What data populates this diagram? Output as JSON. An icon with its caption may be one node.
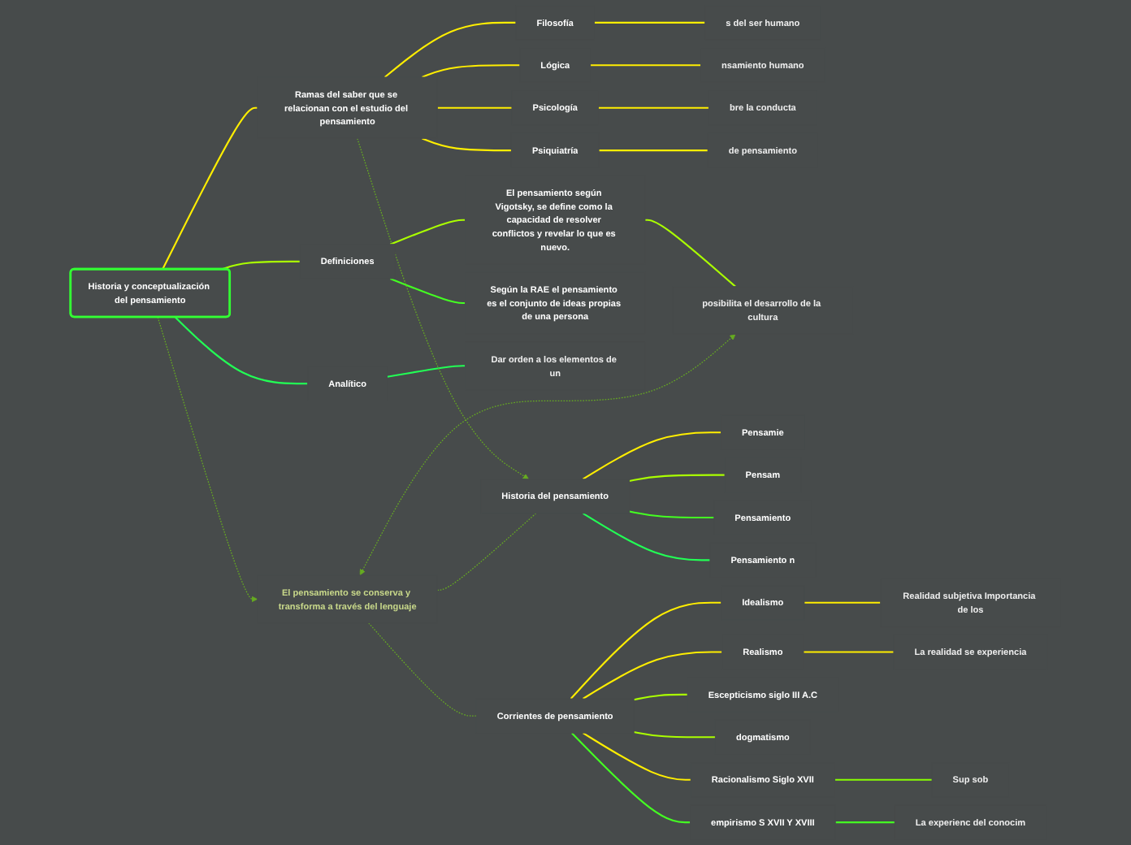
{
  "diagram": {
    "nodes": [
      {
        "text": [
          "Historia y conceptualización del pensamiento"
        ]
      },
      {
        "text": [
          "Ramas del saber que se relacionan con el estudio del pensamiento"
        ]
      },
      {
        "text": [
          "Filosofía"
        ]
      },
      {
        "text": [
          "Lógica"
        ]
      },
      {
        "text": [
          "Psicología"
        ]
      },
      {
        "text": [
          "Psiquiatría"
        ]
      },
      {
        "text": [
          "s del ser humano"
        ]
      },
      {
        "text": [
          "nsamiento humano"
        ]
      },
      {
        "text": [
          "bre la conducta"
        ]
      },
      {
        "text": [
          "de pensamiento"
        ]
      },
      {
        "text": [
          "Definiciones"
        ]
      },
      {
        "text": [
          "El pensamiento según Vigotsky, se define como la capacidad de resolver conflictos y revelar lo que es nuevo."
        ]
      },
      {
        "text": [
          "posibilita el desarrollo de la cultura"
        ]
      },
      {
        "text": [
          "Según la RAE el pensamiento es el conjunto de ideas propias de una persona"
        ]
      },
      {
        "text": [
          "Analítico"
        ]
      },
      {
        "text": [
          "Dar orden a los elementos de un"
        ]
      },
      {
        "text": [
          "Historia del pensamiento"
        ]
      },
      {
        "text": [
          "Pensamie"
        ]
      },
      {
        "text": [
          "Pensam"
        ]
      },
      {
        "text": [
          "Pensamiento"
        ]
      },
      {
        "text": [
          "Pensamiento n"
        ]
      },
      {
        "text": [
          "El pensamiento se conserva y transforma a través del lenguaje"
        ]
      },
      {
        "text": [
          "Corrientes de pensamiento"
        ]
      },
      {
        "text": [
          "Idealismo"
        ]
      },
      {
        "text": [
          "Realidad subjetiva Importancia de los"
        ]
      },
      {
        "text": [
          "Realismo"
        ]
      },
      {
        "text": [
          "La realidad se experiencia"
        ]
      },
      {
        "text": [
          "Escepticismo siglo III A.C"
        ]
      },
      {
        "text": [
          "dogmatismo"
        ]
      },
      {
        "text": [
          "Racionalismo Siglo XVII"
        ]
      },
      {
        "text": [
          "Sup sob"
        ]
      },
      {
        "text": [
          "empirismo S XVII Y XVIII"
        ]
      },
      {
        "text": [
          "La experienc del conocim"
        ]
      }
    ],
    "edges": [
      {
        "from": 0,
        "to": 1,
        "arrow": "none",
        "color": "#ffee00"
      },
      {
        "from": 1,
        "to": 2,
        "arrow": "none",
        "color": "#ffee00"
      },
      {
        "from": 1,
        "to": 3,
        "arrow": "none",
        "color": "#ffee00"
      },
      {
        "from": 1,
        "to": 4,
        "arrow": "none",
        "color": "#ffee00"
      },
      {
        "from": 1,
        "to": 5,
        "arrow": "none",
        "color": "#ffee00"
      },
      {
        "from": 2,
        "to": 6,
        "arrow": "none",
        "color": "#ffee00"
      },
      {
        "from": 3,
        "to": 7,
        "arrow": "none",
        "color": "#ffee00"
      },
      {
        "from": 4,
        "to": 8,
        "arrow": "none",
        "color": "#ffee00"
      },
      {
        "from": 5,
        "to": 9,
        "arrow": "none",
        "color": "#ffee00"
      },
      {
        "from": 0,
        "to": 10,
        "arrow": "none",
        "color": "#aaff00"
      },
      {
        "from": 10,
        "to": 11,
        "arrow": "none",
        "color": "#aaff00"
      },
      {
        "from": 11,
        "to": 12,
        "arrow": "none",
        "color": "#aaff00"
      },
      {
        "from": 10,
        "to": 13,
        "arrow": "none",
        "color": "#44ff22"
      },
      {
        "from": 0,
        "to": 14,
        "arrow": "none",
        "color": "#22ff55"
      },
      {
        "from": 14,
        "to": 15,
        "arrow": "none",
        "color": "#22ff55"
      },
      {
        "from": 16,
        "to": 17,
        "arrow": "none",
        "color": "#ffee00"
      },
      {
        "from": 16,
        "to": 18,
        "arrow": "none",
        "color": "#aaff00"
      },
      {
        "from": 16,
        "to": 19,
        "arrow": "none",
        "color": "#44ff22"
      },
      {
        "from": 16,
        "to": 20,
        "arrow": "none",
        "color": "#22ff55"
      },
      {
        "from": 22,
        "to": 23,
        "arrow": "none",
        "color": "#ffee00"
      },
      {
        "from": 23,
        "to": 24,
        "arrow": "none",
        "color": "#ffee00"
      },
      {
        "from": 22,
        "to": 25,
        "arrow": "none",
        "color": "#ffee00"
      },
      {
        "from": 25,
        "to": 26,
        "arrow": "none",
        "color": "#ffee00"
      },
      {
        "from": 22,
        "to": 27,
        "arrow": "none",
        "color": "#aaff00"
      },
      {
        "from": 22,
        "to": 28,
        "arrow": "none",
        "color": "#aaff00"
      },
      {
        "from": 22,
        "to": 29,
        "arrow": "none",
        "color": "#ffee00"
      },
      {
        "from": 29,
        "to": 30,
        "arrow": "none",
        "color": "#88ff00"
      },
      {
        "from": 22,
        "to": 31,
        "arrow": "none",
        "color": "#44ff22"
      },
      {
        "from": 31,
        "to": 32,
        "arrow": "none",
        "color": "#44ff22"
      },
      {
        "from": 1,
        "to": 16,
        "arrow": "to",
        "style": "dashed",
        "color": "#66aa22"
      },
      {
        "from": 0,
        "to": 21,
        "arrow": "to",
        "style": "dashed",
        "color": "#66aa22"
      },
      {
        "from": 21,
        "to": 16,
        "arrow": "none",
        "style": "dashed",
        "color": "#66aa22"
      },
      {
        "from": 21,
        "to": 12,
        "arrow": "both",
        "style": "dashed",
        "color": "#66aa22"
      },
      {
        "from": 21,
        "to": 22,
        "arrow": "none",
        "style": "dashed",
        "color": "#66aa22"
      }
    ]
  }
}
